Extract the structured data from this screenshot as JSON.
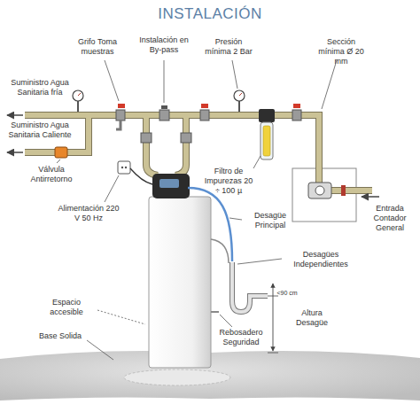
{
  "diagram": {
    "title": "INSTALACIÓN",
    "labels": [
      "Grifo Toma muestras",
      "Instalación en By-pass",
      "Presión mínima 2 Bar",
      "Sección mínima Ø 20 mm",
      "Suministro Agua Sanitaria fría",
      "Suministro Agua Sanitaria Caliente",
      "Válvula Antirretorno",
      "Alimentación 220 V 50 Hz",
      "Filtro de Impurezas 20 ÷ 100 µ",
      "Entrada Contador General",
      "Desagüe Principal",
      "Desagües Independientes",
      "<90 cm",
      "Altura Desagüe",
      "Rebosadero Seguridad",
      "Espacio accesible",
      "Base Solida"
    ]
  }
}
